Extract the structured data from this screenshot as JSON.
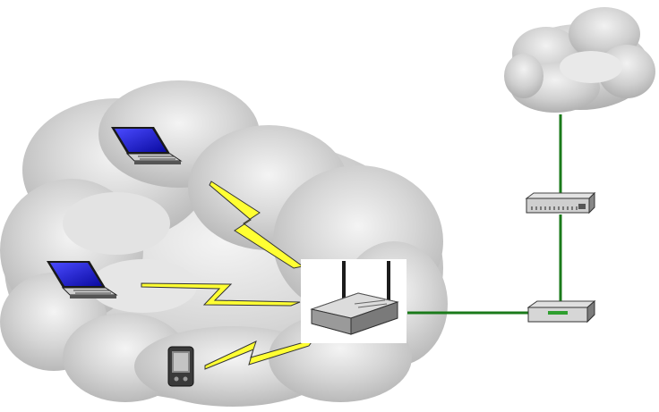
{
  "diagram": {
    "type": "wireless-network",
    "nodes": [
      {
        "id": "laptop-1",
        "kind": "laptop-icon"
      },
      {
        "id": "laptop-2",
        "kind": "laptop-icon"
      },
      {
        "id": "pda",
        "kind": "pda-icon"
      },
      {
        "id": "wireless-router",
        "kind": "wireless-router-icon"
      },
      {
        "id": "modem",
        "kind": "modem-icon"
      },
      {
        "id": "network-switch",
        "kind": "network-switch-icon"
      },
      {
        "id": "internet-cloud",
        "kind": "cloud-icon"
      }
    ],
    "links": [
      {
        "from": "laptop-1",
        "to": "wireless-router",
        "medium": "wireless"
      },
      {
        "from": "laptop-2",
        "to": "wireless-router",
        "medium": "wireless"
      },
      {
        "from": "pda",
        "to": "wireless-router",
        "medium": "wireless"
      },
      {
        "from": "wireless-router",
        "to": "modem",
        "medium": "wired"
      },
      {
        "from": "modem",
        "to": "network-switch",
        "medium": "wired"
      },
      {
        "from": "network-switch",
        "to": "internet-cloud",
        "medium": "wired"
      }
    ],
    "colors": {
      "cable": "#1a7a1a",
      "lightning": "#ffff33",
      "lightning_stroke": "#333333",
      "cloud_fill": "#cfcfcf",
      "laptop_screen": "#2222dd"
    }
  }
}
